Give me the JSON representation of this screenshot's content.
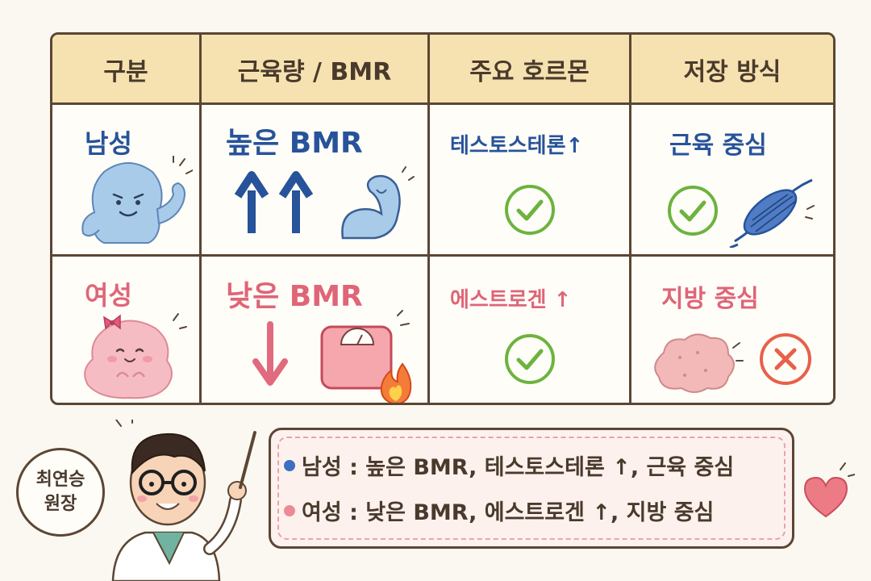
{
  "table": {
    "headers": [
      "구분",
      "근육량 / BMR",
      "주요 호르몬",
      "저장 방식"
    ],
    "rows": [
      {
        "group": "남성",
        "bmr": "높은 BMR",
        "hormone": "테스토스테론↑",
        "storage": "근육 중심",
        "storage_status": "check",
        "theme_color": "#27539a"
      },
      {
        "group": "여성",
        "bmr": "낮은 BMR",
        "hormone": "에스트로겐 ↑",
        "storage": "지방 중심",
        "storage_status": "cross",
        "theme_color": "#df6577"
      }
    ]
  },
  "summary": {
    "male_line": "남성 : 높은 BMR, 테스토스테론 ↑, 근육 중심",
    "female_line": "여성 : 낮은 BMR, 에스트로겐 ↑, 지방 중심"
  },
  "doctor": {
    "name_line1": "최연승",
    "name_line2": "원장"
  },
  "icons": [
    "male-character-icon",
    "female-character-icon",
    "arrow-up-icon",
    "arrow-down-icon",
    "flexed-arm-icon",
    "scale-icon",
    "fire-icon",
    "check-icon",
    "cross-icon",
    "muscle-icon",
    "fat-blob-icon",
    "heart-icon",
    "doctor-icon"
  ],
  "colors": {
    "header_bg": "#f6e2b0",
    "male": "#27539a",
    "female": "#df6577",
    "check": "#6db33f",
    "cross": "#e8604a",
    "border": "#5b4634"
  }
}
